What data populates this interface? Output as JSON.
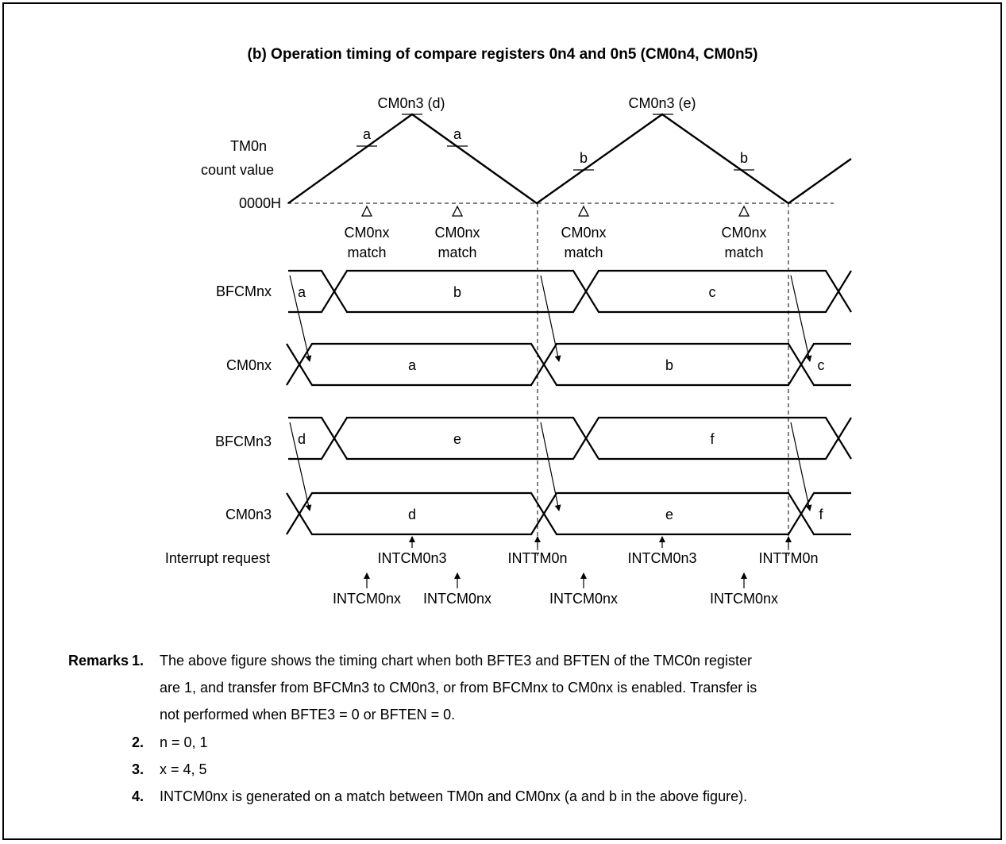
{
  "title": "(b)  Operation timing of compare registers 0n4 and 0n5 (CM0n4, CM0n5)",
  "count": {
    "label_line1": "TM0n",
    "label_line2": "count value",
    "zero_label": "0000H",
    "peak1_label": "CM0n3 (d)",
    "peak2_label": "CM0n3 (e)",
    "level_a": "a",
    "level_b": "b",
    "match_line1": "CM0nx",
    "match_line2": "match"
  },
  "signals": [
    {
      "name": "BFCMnx",
      "values": [
        "a",
        "b",
        "c"
      ]
    },
    {
      "name": "CM0nx",
      "values": [
        "a",
        "b",
        "c"
      ]
    },
    {
      "name": "BFCMn3",
      "values": [
        "d",
        "e",
        "f"
      ]
    },
    {
      "name": "CM0n3",
      "values": [
        "d",
        "e",
        "f"
      ]
    }
  ],
  "interrupts": {
    "label": "Interrupt request",
    "intcm0n3": "INTCM0n3",
    "inttm0n": "INTTM0n",
    "intcm0nx": "INTCM0nx"
  },
  "remarks": {
    "heading": "Remarks",
    "items": [
      {
        "num": "1.",
        "lines": [
          "The above figure shows the timing chart when both BFTE3 and BFTEN of the TMC0n register",
          "are 1, and transfer from BFCMn3 to CM0n3, or from BFCMnx to CM0nx is enabled.  Transfer is",
          "not performed when BFTE3 = 0 or BFTEN = 0."
        ]
      },
      {
        "num": "2.",
        "lines": [
          "n = 0, 1"
        ]
      },
      {
        "num": "3.",
        "lines": [
          "x = 4, 5"
        ]
      },
      {
        "num": "4.",
        "lines": [
          "INTCM0nx is generated on a match between TM0n and CM0nx (a and b in the above figure)."
        ]
      }
    ]
  }
}
